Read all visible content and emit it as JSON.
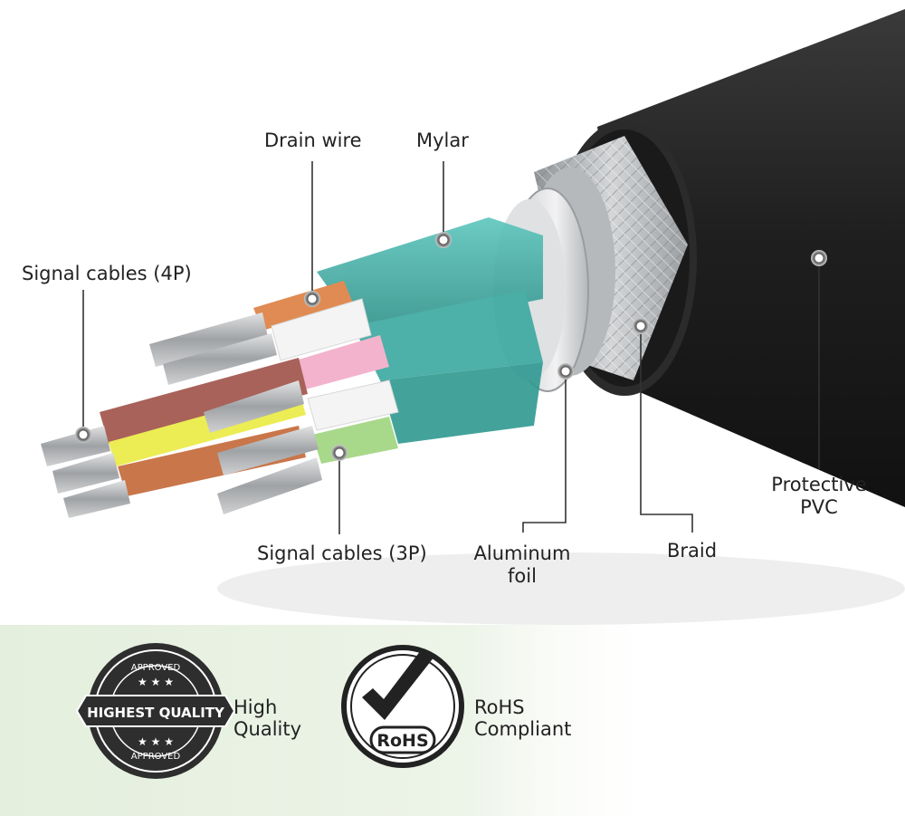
{
  "labels": {
    "drain_wire": "Drain wire",
    "mylar": "Mylar",
    "signal_4p": "Signal cables (4P)",
    "signal_3p": "Signal cables (3P)",
    "aluminum_foil_line1": "Aluminum",
    "aluminum_foil_line2": "foil",
    "braid": "Braid",
    "protective_pvc_line1": "Protective",
    "protective_pvc_line2": "PVC"
  },
  "badges": {
    "quality": {
      "seal_top": "APPROVED",
      "seal_middle": "HIGHEST QUALITY",
      "seal_bottom": "APPROVED",
      "text_line1": "High",
      "text_line2": "Quality"
    },
    "rohs": {
      "stamp": "RoHS",
      "text_line1": "RoHS",
      "text_line2": "Compliant"
    }
  },
  "colors": {
    "jacket": "#262626",
    "braid": "#b9bcbf",
    "foil": "#dcdee0",
    "mylar": "#3fb0a8",
    "copper": "#b8b9bb",
    "wire_orange": "#e08b53",
    "wire_white": "#f4f4f4",
    "wire_pink": "#f3b3cd",
    "wire_red_brown": "#a8625a",
    "wire_yellow": "#ecec54",
    "wire_brown_orange": "#c9764a",
    "wire_green": "#a8d88a",
    "badge_band": "#e7f1e1",
    "leader_line": "#333333"
  }
}
